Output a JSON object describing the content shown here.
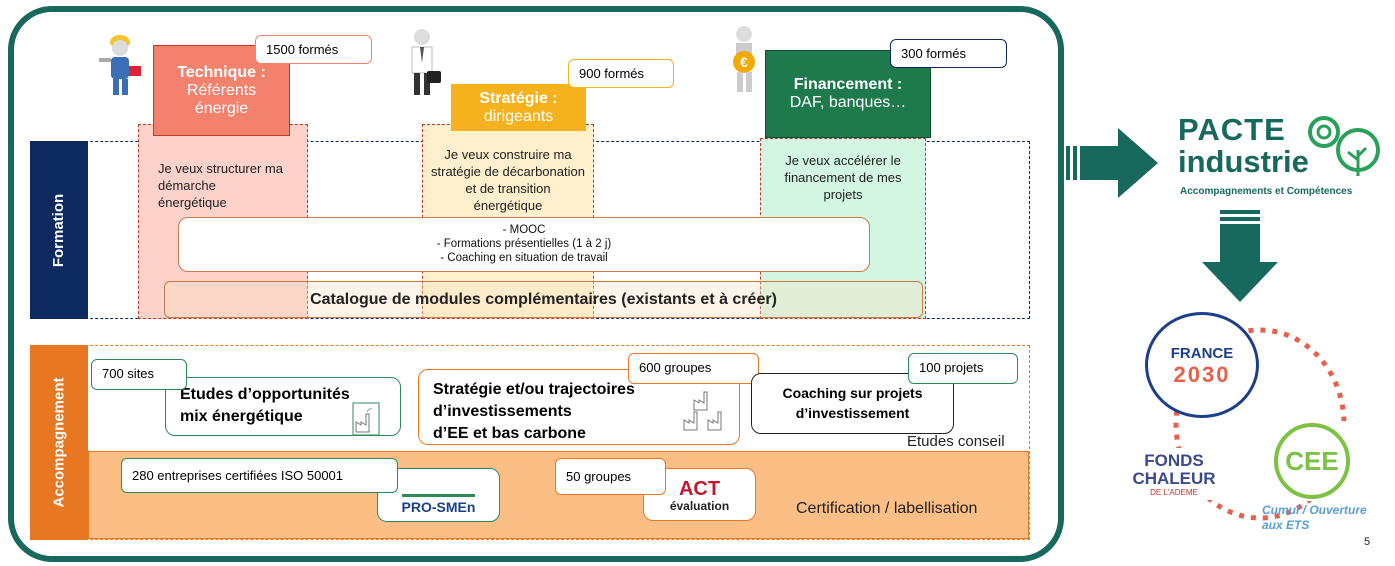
{
  "columns": {
    "technique": {
      "title": "Technique :",
      "sub1": "Référents",
      "sub2": "énergie",
      "count": "1500 formés",
      "text": "Je veux structurer ma démarche énergétique",
      "color": "#f2826e"
    },
    "strategie": {
      "title": "Stratégie :",
      "sub1": "dirigeants",
      "count": "900 formés",
      "text": "Je veux construire ma stratégie de décarbonation et de transition énergétique",
      "color": "#f5b21c"
    },
    "financement": {
      "title": "Financement :",
      "sub1": "DAF, banques…",
      "count": "300 formés",
      "text": "Je veux accélérer le financement de mes projets",
      "color": "#1e7a4c"
    }
  },
  "formation": {
    "label": "Formation",
    "offers": [
      "- MOOC",
      "- Formations présentielles (1 à 2 j)",
      "- Coaching en situation de travail"
    ],
    "catalogue": "Catalogue de modules complémentaires (existants et à créer)"
  },
  "accompagnement": {
    "label": "Accompagnement",
    "etudes_opportunites": {
      "count": "700 sites",
      "line1": "Etudes d’opportunités",
      "line2": "mix énergétique"
    },
    "strategie_trajectoires": {
      "count": "600 groupes",
      "line1": "Stratégie et/ou trajectoires",
      "line2": "d’investissements",
      "line3": "d’EE et bas carbone"
    },
    "coaching": {
      "count": "100 projets",
      "line1": "Coaching sur projets",
      "line2": "d’investissement"
    },
    "etudes_conseil": "Etudes conseil",
    "iso": {
      "count": "280 entreprises certifiées ISO 50001",
      "logo": "PRO-SMEn"
    },
    "act": {
      "count": "50 groupes",
      "logo": "ACT",
      "logo_sub": "évaluation"
    },
    "certification": "Certification / labellisation"
  },
  "pacte": {
    "line1": "PACTE",
    "line2": "industrie",
    "tagline": "Accompagnements et Compétences"
  },
  "funders": {
    "france2030": {
      "top": "FRANCE",
      "year": "2030"
    },
    "fonds_chaleur": {
      "line1": "FONDS",
      "line2": "CHALEUR",
      "sub": "DE L'ADEME"
    },
    "cee": {
      "label": "CEE"
    },
    "cumul": {
      "line1": "Cumul / Ouverture",
      "line2": "aux ETS"
    }
  },
  "page_number": "5",
  "colors": {
    "teal": "#17695d",
    "navy": "#0c2a5e",
    "orange": "#e87722",
    "light_orange": "#fbbf85"
  }
}
